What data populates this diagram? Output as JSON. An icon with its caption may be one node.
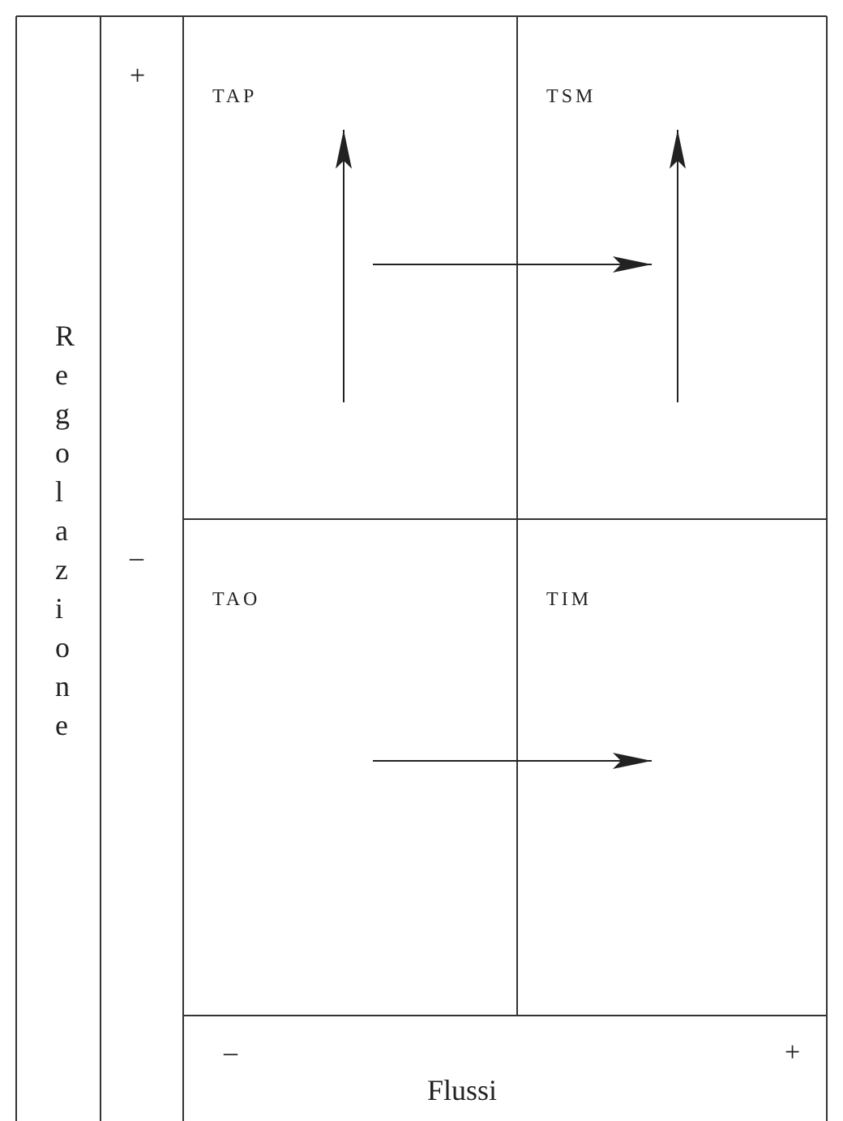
{
  "diagram": {
    "nodes": [
      {
        "text": [
          "TAP"
        ]
      },
      {
        "text": [
          "TSM"
        ]
      },
      {
        "text": [
          "TAO"
        ]
      },
      {
        "text": [
          "TIM"
        ]
      }
    ],
    "labels": [
      "+",
      "Regolazione",
      "–",
      "–",
      "+",
      "Flussi"
    ]
  }
}
